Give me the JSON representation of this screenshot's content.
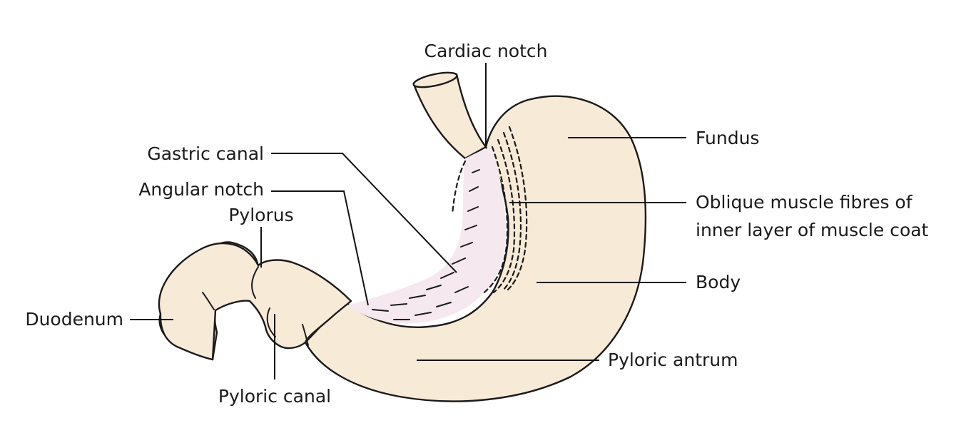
{
  "colors": {
    "tissue": "#f7ead7",
    "mucosa": "#f6e8ef",
    "outline": "#1a1a1a",
    "background": "#ffffff"
  },
  "labels": {
    "cardiac_notch": "Cardiac notch",
    "fundus": "Fundus",
    "gastric_canal": "Gastric canal",
    "angular_notch": "Angular notch",
    "pylorus": "Pylorus",
    "oblique_fibres_line1": "Oblique muscle fibres of",
    "oblique_fibres_line2": "inner layer of muscle coat",
    "duodenum": "Duodenum",
    "body": "Body",
    "pyloric_antrum": "Pyloric antrum",
    "pyloric_canal": "Pyloric canal"
  }
}
